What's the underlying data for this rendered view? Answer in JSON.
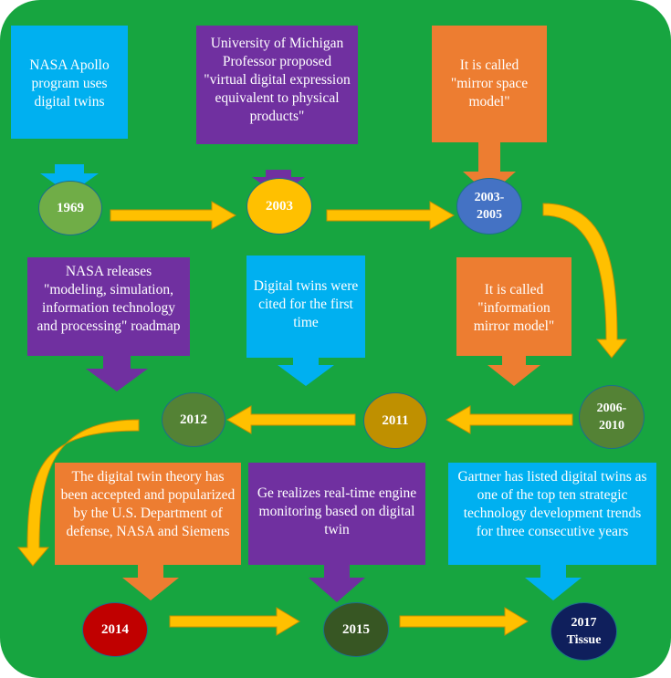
{
  "colors": {
    "background": "#17a540",
    "arrow": "#ffc000",
    "arrow_stroke": "#c79100",
    "cyan": "#00b0f0",
    "purple": "#7030a0",
    "orange": "#ed7d31"
  },
  "row1": {
    "callouts": [
      {
        "text": "NASA Apollo program uses digital twins",
        "color": "#00b0f0"
      },
      {
        "text": "University of Michigan Professor proposed \"virtual digital expression equivalent to physical products\"",
        "color": "#7030a0"
      },
      {
        "text": "It is called \"mirror space model\"",
        "color": "#ed7d31"
      }
    ],
    "nodes": [
      {
        "label": "1969",
        "color": "#70ad47"
      },
      {
        "label": "2003",
        "color": "#ffc000"
      },
      {
        "label": "2003-\n2005",
        "color": "#4472c4"
      }
    ]
  },
  "row2": {
    "callouts": [
      {
        "text": "NASA releases \"modeling, simulation, information technology and processing\" roadmap",
        "color": "#7030a0"
      },
      {
        "text": "Digital twins were cited for the first time",
        "color": "#00b0f0"
      },
      {
        "text": "It is called \"information mirror model\"",
        "color": "#ed7d31"
      }
    ],
    "nodes": [
      {
        "label": "2012",
        "color": "#548235"
      },
      {
        "label": "2011",
        "color": "#bf9000"
      },
      {
        "label": "2006-\n2010",
        "color": "#548235"
      }
    ]
  },
  "row3": {
    "callouts": [
      {
        "text": "The digital twin theory has been accepted and popularized by the U.S. Department of defense, NASA and Siemens",
        "color": "#ed7d31"
      },
      {
        "text": "Ge realizes real-time engine monitoring based on digital twin",
        "color": "#7030a0"
      },
      {
        "text": "Gartner has listed digital twins as one of the top ten strategic technology development trends for three consecutive years",
        "color": "#00b0f0"
      }
    ],
    "nodes": [
      {
        "label": "2014",
        "color": "#c00000"
      },
      {
        "label": "2015",
        "color": "#375623"
      },
      {
        "label": "2017\nTissue",
        "color": "#0f1f5c"
      }
    ]
  }
}
